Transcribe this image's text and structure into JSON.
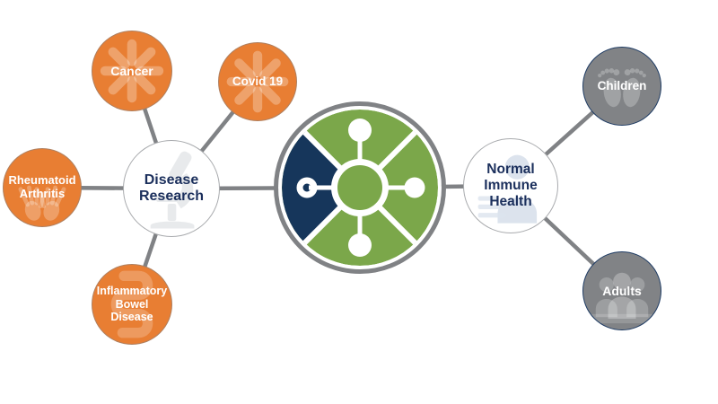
{
  "colors": {
    "background": "#FFFFFF",
    "orange": "#E87E33",
    "green": "#7BA74A",
    "navy": "#16365B",
    "line-gray": "#808285",
    "node-gray": "#818386",
    "text-navy": "#1B2F5C",
    "white-node-border": "#A9ABAE",
    "gray-node-border": "#1F3C64",
    "faint-gray-icon": "#E8EAEC",
    "faint-blue-icon": "#DCE3ED"
  },
  "diagram": {
    "hub": {
      "name": "Research network hub",
      "icon": "molecule-network-icon"
    },
    "nodes": {
      "disease_research": {
        "label": "Disease\nResearch",
        "icon": "microscope-icon",
        "style": "white"
      },
      "cancer": {
        "label": "Cancer",
        "icon": "cell-starburst-icon",
        "style": "orange"
      },
      "covid": {
        "label": "Covid 19",
        "icon": "cell-starburst-icon",
        "style": "orange"
      },
      "rheumatoid_arthritis": {
        "label": "Rheumatoid\nArthritis",
        "icon": "open-hands-icon",
        "style": "orange"
      },
      "inflammatory_bowel_disease": {
        "label": "Inflammatory\nBowel\nDisease",
        "icon": "intestine-icon",
        "style": "orange"
      },
      "normal_immune_health": {
        "label": "Normal\nImmune\nHealth",
        "icon": "person-chart-icon",
        "style": "white"
      },
      "children": {
        "label": "Children",
        "icon": "baby-footprints-icon",
        "style": "gray"
      },
      "adults": {
        "label": "Adults",
        "icon": "people-group-icon",
        "style": "gray"
      }
    },
    "edges": [
      {
        "from": "Cancer",
        "to": "Disease Research"
      },
      {
        "from": "Covid 19",
        "to": "Disease Research"
      },
      {
        "from": "Rheumatoid Arthritis",
        "to": "Disease Research"
      },
      {
        "from": "Inflammatory Bowel Disease",
        "to": "Disease Research"
      },
      {
        "from": "Disease Research",
        "to": "Research network hub"
      },
      {
        "from": "Research network hub",
        "to": "Normal Immune Health"
      },
      {
        "from": "Normal Immune Health",
        "to": "Children"
      },
      {
        "from": "Normal Immune Health",
        "to": "Adults"
      }
    ]
  }
}
